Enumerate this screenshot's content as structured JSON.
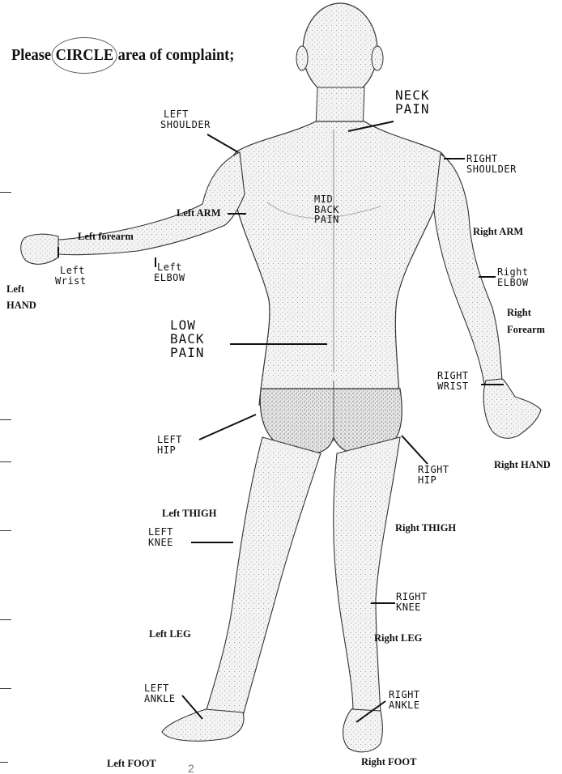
{
  "header": {
    "prefix": "Please",
    "circled_word": "CIRCLE",
    "suffix": "area of complaint;"
  },
  "labels": {
    "neck_pain": [
      "NECK",
      "PAIN"
    ],
    "left_shoulder": [
      "LEFT",
      "SHOULDER"
    ],
    "right_shoulder": [
      "RIGHT",
      "SHOULDER"
    ],
    "mid_back_pain": [
      "MID",
      "BACK",
      "PAIN"
    ],
    "left_arm": "Left ARM",
    "right_arm": "Right ARM",
    "left_forearm": "Left forearm",
    "left_wrist": [
      "Left",
      "Wrist"
    ],
    "left_elbow": [
      "Left",
      "ELBOW"
    ],
    "right_elbow": [
      "Right",
      "ELBOW"
    ],
    "left_hand": [
      "Left",
      "HAND"
    ],
    "right_forearm": [
      "Right",
      "Forearm"
    ],
    "low_back_pain": [
      "LOW",
      "BACK",
      "PAIN"
    ],
    "right_wrist": [
      "RIGHT",
      "WRIST"
    ],
    "left_hip": [
      "LEFT",
      "HIP"
    ],
    "right_hip": [
      "RIGHT",
      "HIP"
    ],
    "right_hand": "Right HAND",
    "left_thigh": "Left THIGH",
    "right_thigh": "Right THIGH",
    "left_knee": [
      "LEFT",
      "KNEE"
    ],
    "right_knee": [
      "RIGHT",
      "KNEE"
    ],
    "left_leg": "Left LEG",
    "right_leg": "Right LEG",
    "left_ankle": [
      "LEFT",
      "ANKLE"
    ],
    "right_ankle": [
      "RIGHT",
      "ANKLE"
    ],
    "left_foot": "Left FOOT",
    "right_foot": "Right FOOT"
  },
  "footer_mark": "2"
}
